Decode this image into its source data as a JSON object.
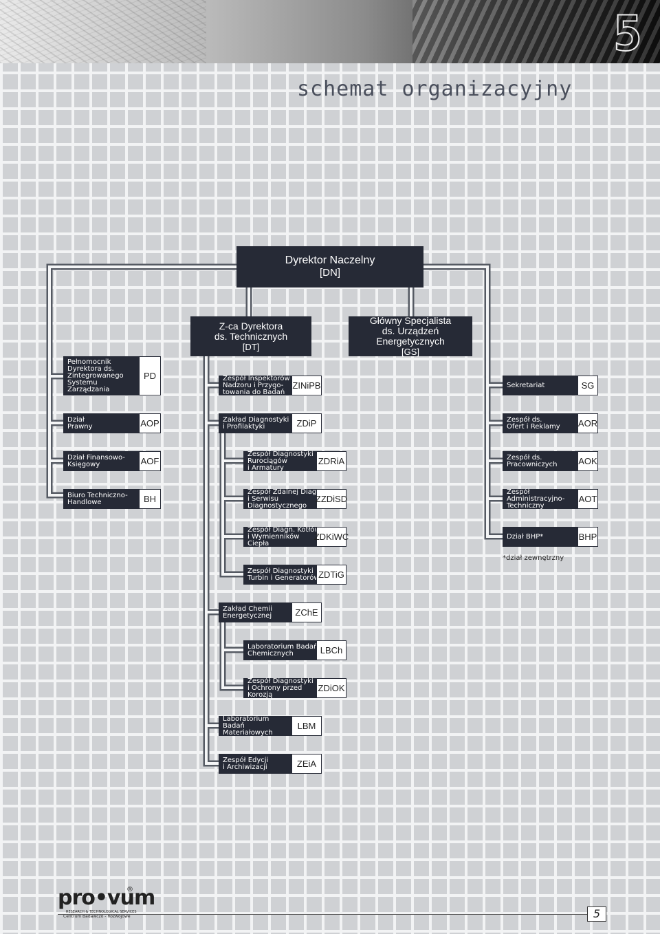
{
  "title": "schemat organizacyjny",
  "section_number": "5",
  "colors": {
    "box": "#262a36",
    "line": "#8a8d94",
    "title": "#4a4f5c"
  },
  "director": {
    "name": "Dyrektor Naczelny",
    "code": "[DN]"
  },
  "deputy": {
    "line1": "Z-ca Dyrektora",
    "line2": "ds. Technicznych",
    "code": "[DT]"
  },
  "chief": {
    "line1": "Główny Specjalista",
    "line2": "ds. Urządzeń",
    "line3": "Energetycznych",
    "code": "[GS]"
  },
  "left_units": [
    {
      "label": "Pełnomocnik\nDyrektora ds.\nZintegrowanego\nSystemu\nZarządzania",
      "code": "PD"
    },
    {
      "label": "Dział\nPrawny",
      "code": "AOP"
    },
    {
      "label": "Dział Finansowo-\nKsięgowy",
      "code": "AOF"
    },
    {
      "label": "Biuro Techniczno-\nHandlowe",
      "code": "BH"
    }
  ],
  "right_units": [
    {
      "label": "Sekretariat",
      "code": "SG"
    },
    {
      "label": "Zespół ds.\nOfert i Reklamy",
      "code": "AOR"
    },
    {
      "label": "Zespół ds.\nPracowniczych",
      "code": "AOK"
    },
    {
      "label": "Zespół\nAdministracyjno-\nTechniczny",
      "code": "AOT"
    },
    {
      "label": "Dział BHP*",
      "code": "BHP"
    }
  ],
  "footnote": "*dział zewnętrzny",
  "center_units": [
    {
      "label": "Zespół Inspektorów\nNadzoru i Przygo-\ntowania do Badań",
      "code": "ZINiPB"
    },
    {
      "label": "Zakład Diagnostyki\ni Profilaktyki",
      "code": "ZDiP"
    },
    {
      "label": "Zespół Diagnostyki\nRurociągów\ni Armatury",
      "code": "ZDRiA"
    },
    {
      "label": "Zespół Zdalnej Diagn.\ni Serwisu\nDiagnostycznego",
      "code": "ZZDiSD"
    },
    {
      "label": "Zespół Diagn. Kotłów\ni Wymienników\nCiepła",
      "code": "ZDKiWC"
    },
    {
      "label": "Zespół Diagnostyki\nTurbin i Generatorów",
      "code": "ZDTiG"
    },
    {
      "label": "Zakład Chemii\nEnergetycznej",
      "code": "ZChE"
    },
    {
      "label": "Laboratorium Badań\nChemicznych",
      "code": "LBCh"
    },
    {
      "label": "Zespół Diagnostyki\ni Ochrony przed\nKorozją",
      "code": "ZDiOK"
    },
    {
      "label": "Laboratorium\nBadań\nMateriałowych",
      "code": "LBM"
    },
    {
      "label": "Zespół Edycji\ni Archiwizacji",
      "code": "ZEiA"
    }
  ],
  "logo": {
    "name": "pro•vum",
    "line1": "RESEARCH & TECHNOLOGICAL SERVICES",
    "line2": "Centrum Badawczo - Rozwojowe",
    "registered": "®"
  },
  "page_number": "5"
}
